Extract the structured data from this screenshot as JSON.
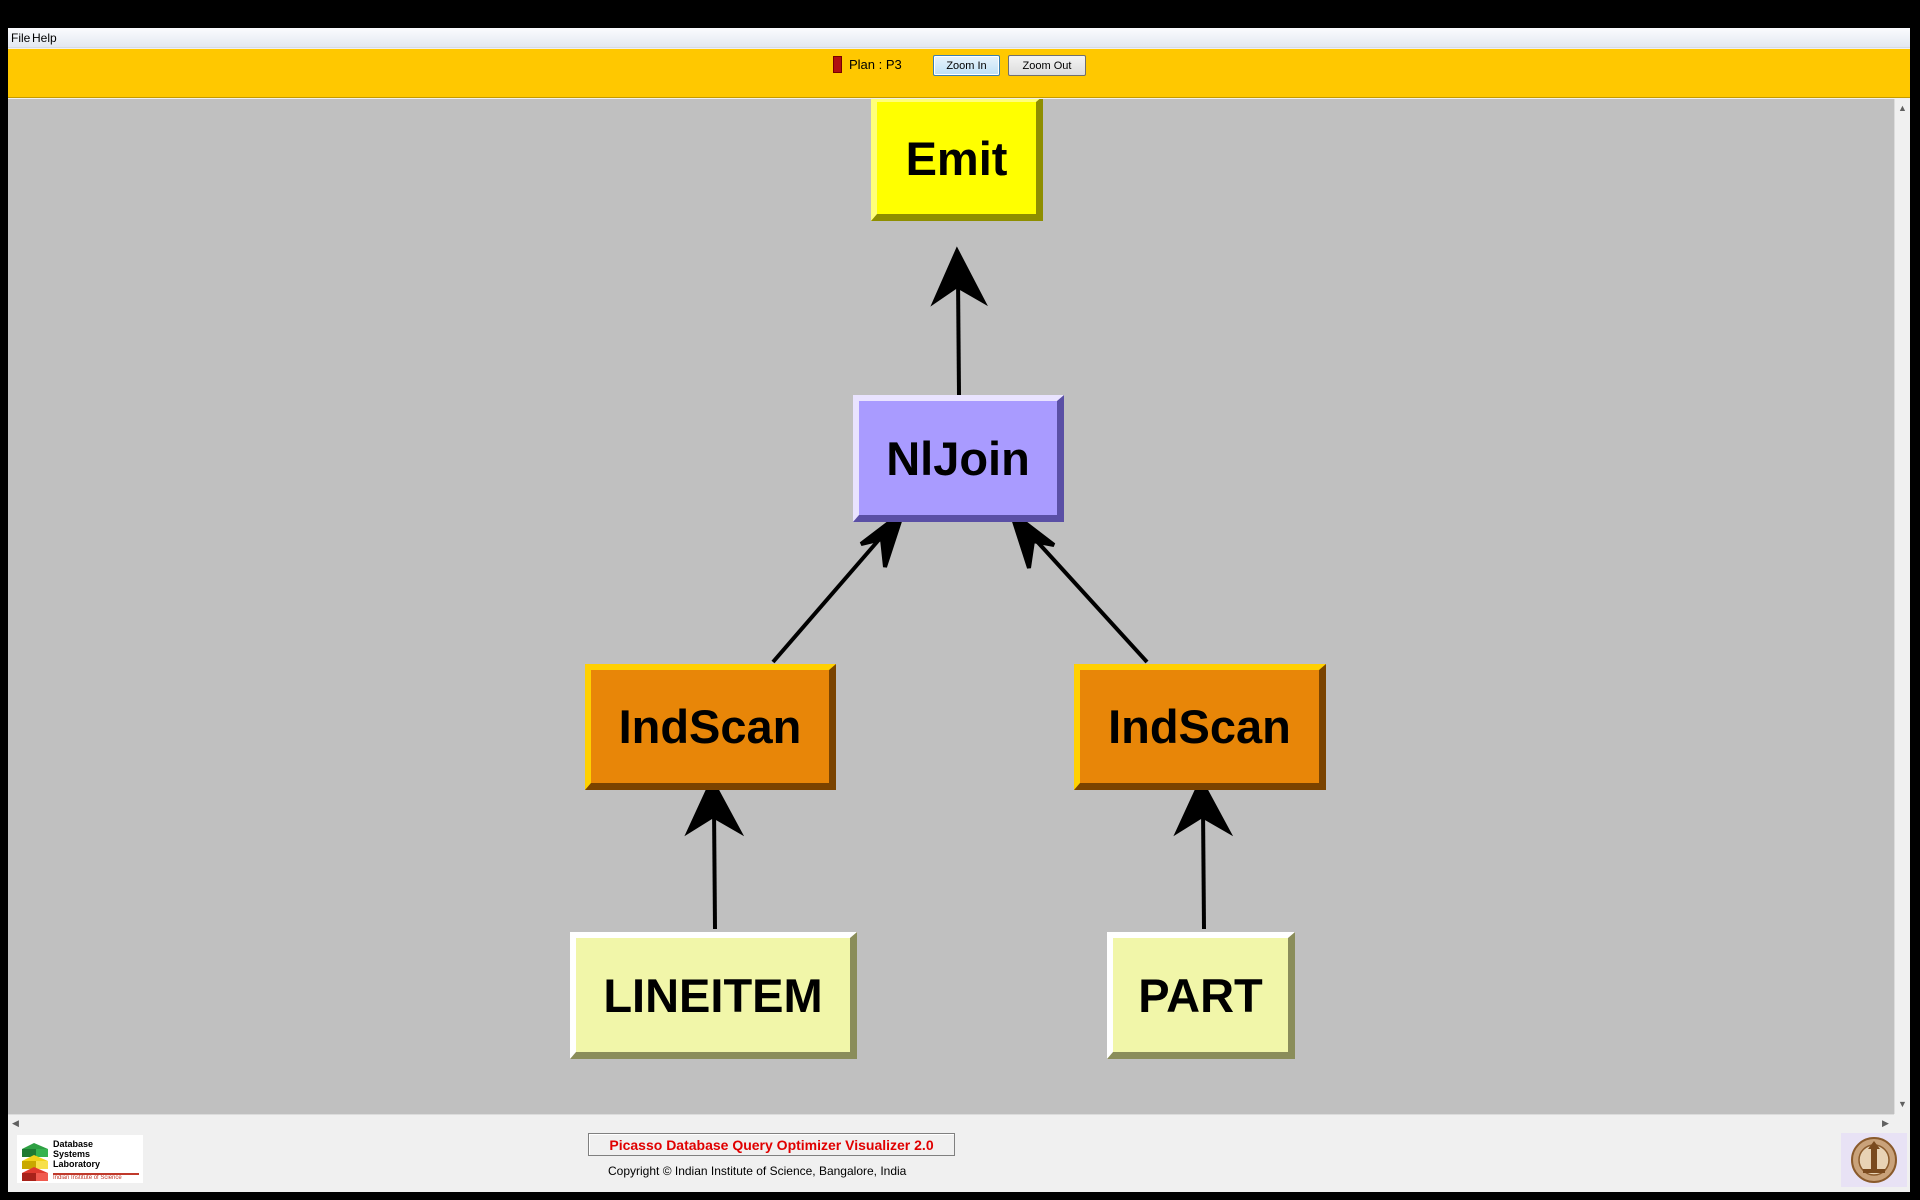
{
  "menu": {
    "items": [
      "File",
      "Help"
    ]
  },
  "toolbar": {
    "plan_label": "Plan : P3",
    "plan_color": "#b01010",
    "zoom_in_label": "Zoom In",
    "zoom_out_label": "Zoom Out",
    "background": "#ffc800"
  },
  "plan_tree": {
    "nodes": {
      "emit": "Emit",
      "nljoin": "NlJoin",
      "indscan_left": "IndScan",
      "indscan_right": "IndScan",
      "table_lineitem": "LINEITEM",
      "table_part": "PART"
    },
    "edges": [
      [
        "nljoin",
        "emit"
      ],
      [
        "indscan_left",
        "nljoin"
      ],
      [
        "indscan_right",
        "nljoin"
      ],
      [
        "table_lineitem",
        "indscan_left"
      ],
      [
        "table_part",
        "indscan_right"
      ]
    ],
    "colors": {
      "emit": "#ffff00",
      "nljoin": "#a99bff",
      "indscan": "#e88608",
      "table": "#f1f6a9",
      "canvas": "#c0c0c0"
    }
  },
  "footer": {
    "dsl_logo_lines": [
      "Database",
      "Systems",
      "Laboratory"
    ],
    "dsl_logo_sub": "Indian Institute of Science",
    "app_title": "Picasso Database Query Optimizer Visualizer 2.0",
    "copyright": "Copyright © Indian Institute of Science, Bangalore, India"
  }
}
